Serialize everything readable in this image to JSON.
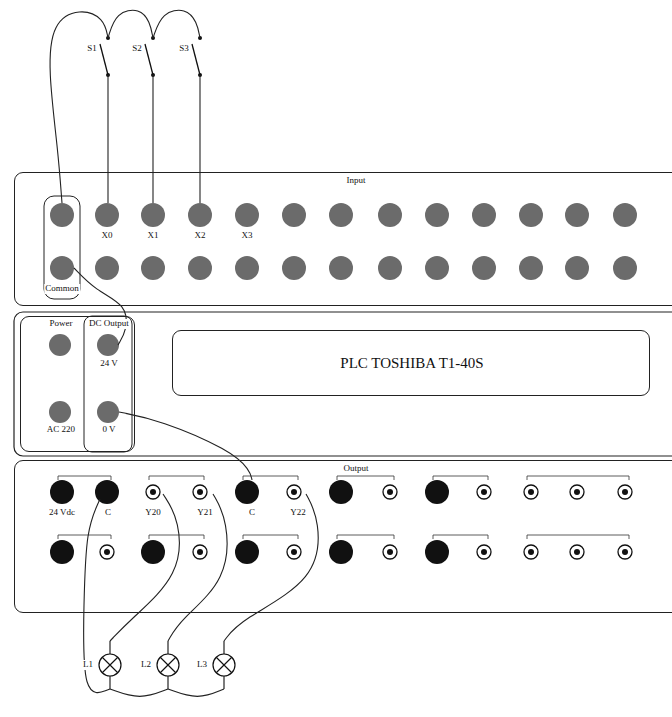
{
  "diagram": {
    "nodes": [
      {
        "text": [
          "Input"
        ]
      },
      {
        "text": [
          "Power",
          "DC Output",
          "24 V",
          "AC 220",
          "0 V"
        ]
      },
      {
        "text": [
          "PLC TOSHIBA T1-40S"
        ]
      },
      {
        "text": [
          "Output"
        ]
      }
    ],
    "labels": [
      "S1",
      "S2",
      "S3",
      "X0",
      "X1",
      "X2",
      "X3",
      "Common",
      "24 Vdc",
      "C",
      "Y20",
      "Y21",
      "C",
      "Y22",
      "L1",
      "L2",
      "L3"
    ]
  }
}
